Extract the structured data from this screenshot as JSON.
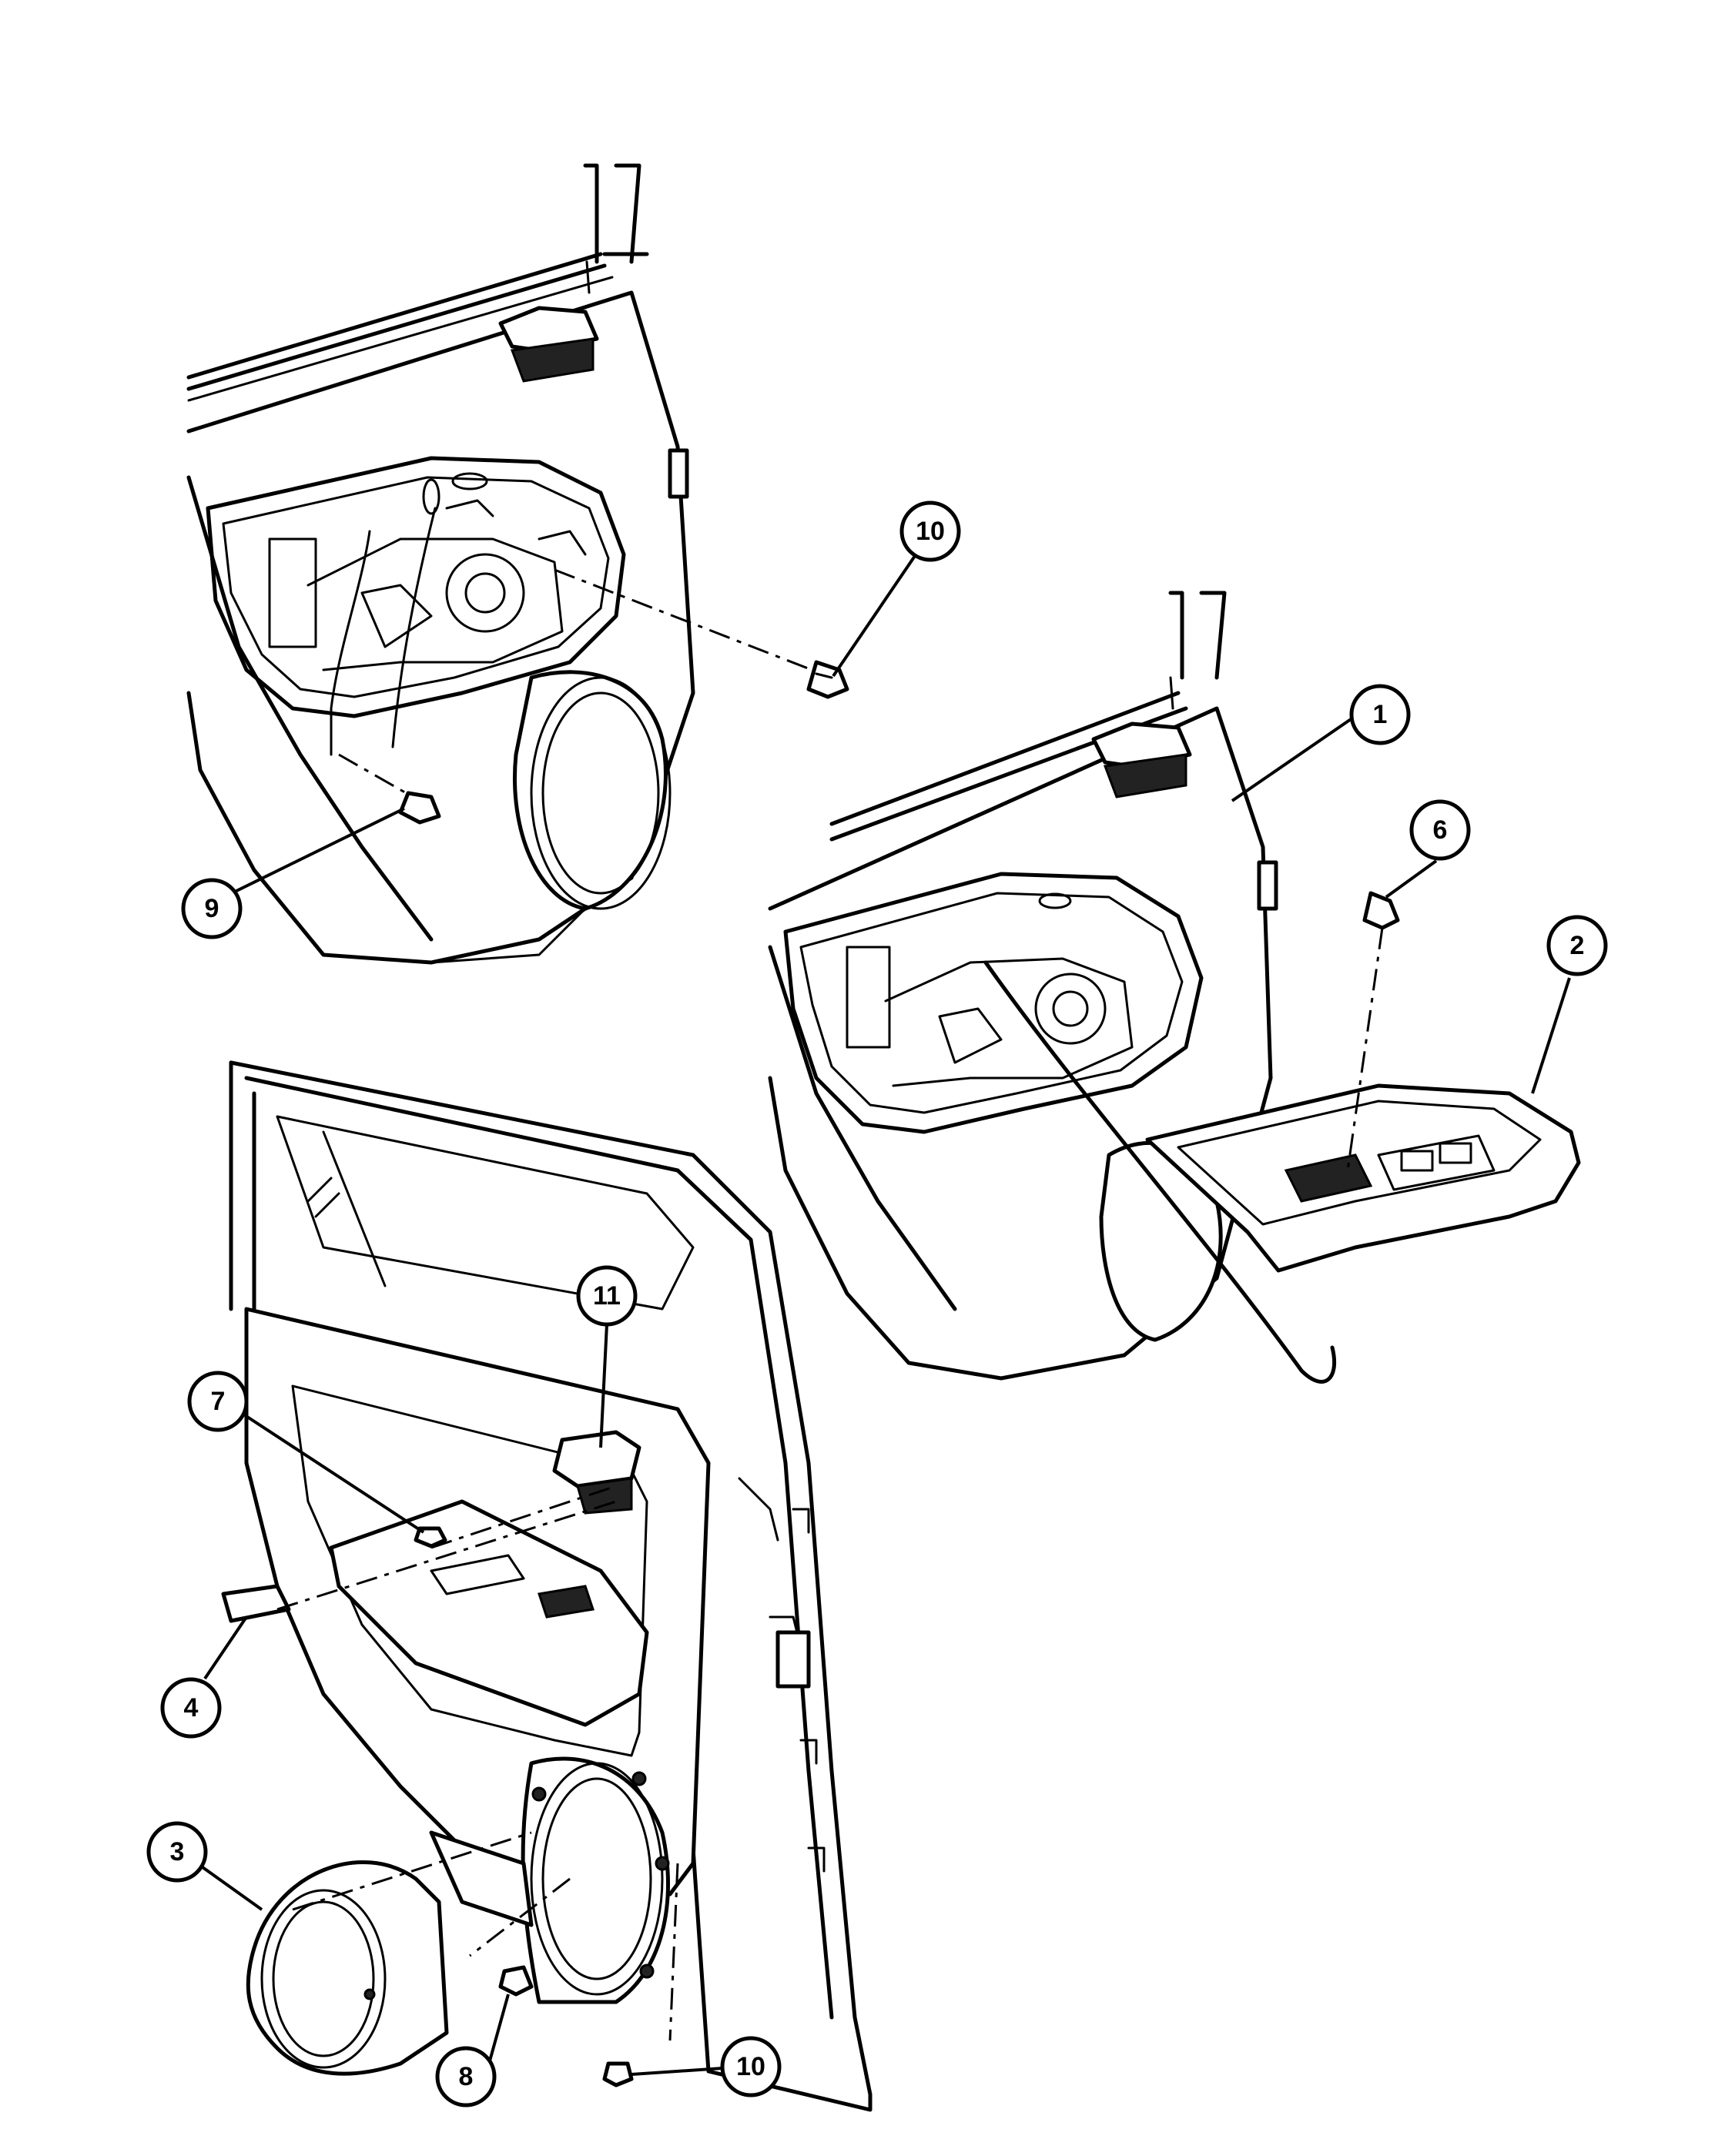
{
  "callouts": [
    {
      "id": "c10a",
      "label": "10"
    },
    {
      "id": "c9",
      "label": "9"
    },
    {
      "id": "c1",
      "label": "1"
    },
    {
      "id": "c6",
      "label": "6"
    },
    {
      "id": "c2",
      "label": "2"
    },
    {
      "id": "c11",
      "label": "11"
    },
    {
      "id": "c7",
      "label": "7"
    },
    {
      "id": "c4",
      "label": "4"
    },
    {
      "id": "c3",
      "label": "3"
    },
    {
      "id": "c8",
      "label": "8"
    },
    {
      "id": "c10b",
      "label": "10"
    }
  ]
}
